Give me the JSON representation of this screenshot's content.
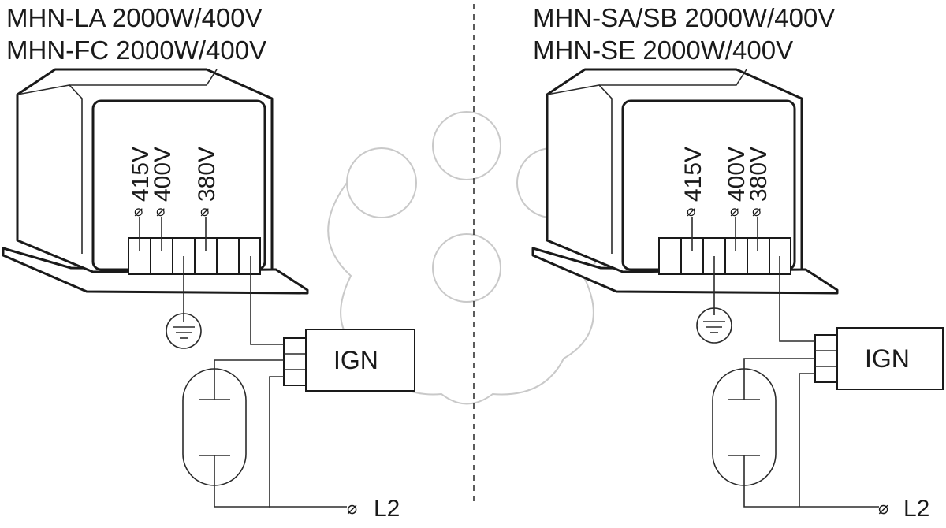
{
  "left": {
    "title_line1": "MHN-LA 2000W/400V",
    "title_line2": "MHN-FC 2000W/400V",
    "taps": [
      "415V",
      "400V",
      "380V"
    ],
    "ignitor_label": "IGN",
    "supply_label": "L2"
  },
  "right": {
    "title_line1": "MHN-SA/SB 2000W/400V",
    "title_line2": "MHN-SE 2000W/400V",
    "taps": [
      "415V",
      "400V",
      "380V"
    ],
    "ignitor_label": "IGN",
    "supply_label": "L2"
  },
  "symbols": {
    "terminal": "⌀",
    "ground": "ground-symbol",
    "lamp": "lamp-symbol"
  },
  "colors": {
    "ink": "#1a1a1a",
    "watermark": "#c9c9c9"
  }
}
